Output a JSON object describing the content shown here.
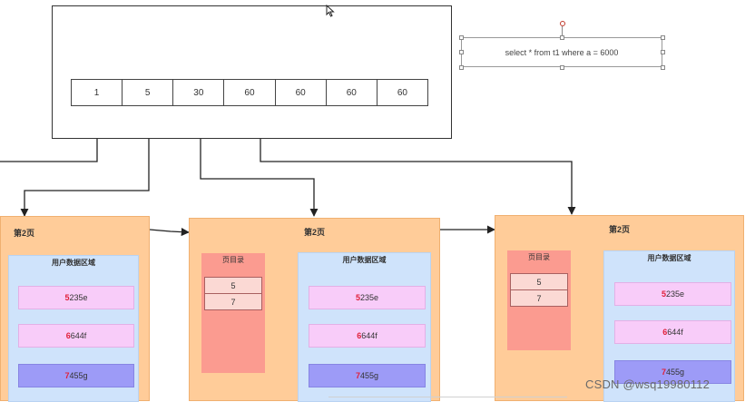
{
  "root_node": {
    "keys": [
      "1",
      "5",
      "30",
      "60",
      "60",
      "60",
      "60"
    ]
  },
  "query": {
    "text": "select * from t1 where a = 6000"
  },
  "pages": [
    {
      "title": "第2页",
      "user_area_label": "用户数据区域",
      "records": [
        {
          "prefix": "5",
          "rest": "235e"
        },
        {
          "prefix": "6",
          "rest": "644f"
        },
        {
          "prefix": "7",
          "rest": "455g"
        }
      ]
    },
    {
      "title": "第2页",
      "directory_label": "页目录",
      "directory_slots": [
        "5",
        "7"
      ],
      "user_area_label": "用户数据区域",
      "records": [
        {
          "prefix": "5",
          "rest": "235e"
        },
        {
          "prefix": "6",
          "rest": "644f"
        },
        {
          "prefix": "7",
          "rest": "455g"
        }
      ]
    },
    {
      "title": "第2页",
      "directory_label": "页目录",
      "directory_slots": [
        "5",
        "7"
      ],
      "user_area_label": "用户数据区域",
      "records": [
        {
          "prefix": "5",
          "rest": "235e"
        },
        {
          "prefix": "6",
          "rest": "644f"
        },
        {
          "prefix": "7",
          "rest": "455g"
        }
      ]
    }
  ],
  "watermark": "CSDN @wsq19980112",
  "colors": {
    "page_bg": "#ffcc99",
    "user_area_bg": "#cfe3fb",
    "directory_bg": "#fb9b90",
    "record_bg": "#f8ccf9",
    "target_record_bg": "#9d9bf7",
    "record_prefix": "#e0203a"
  }
}
